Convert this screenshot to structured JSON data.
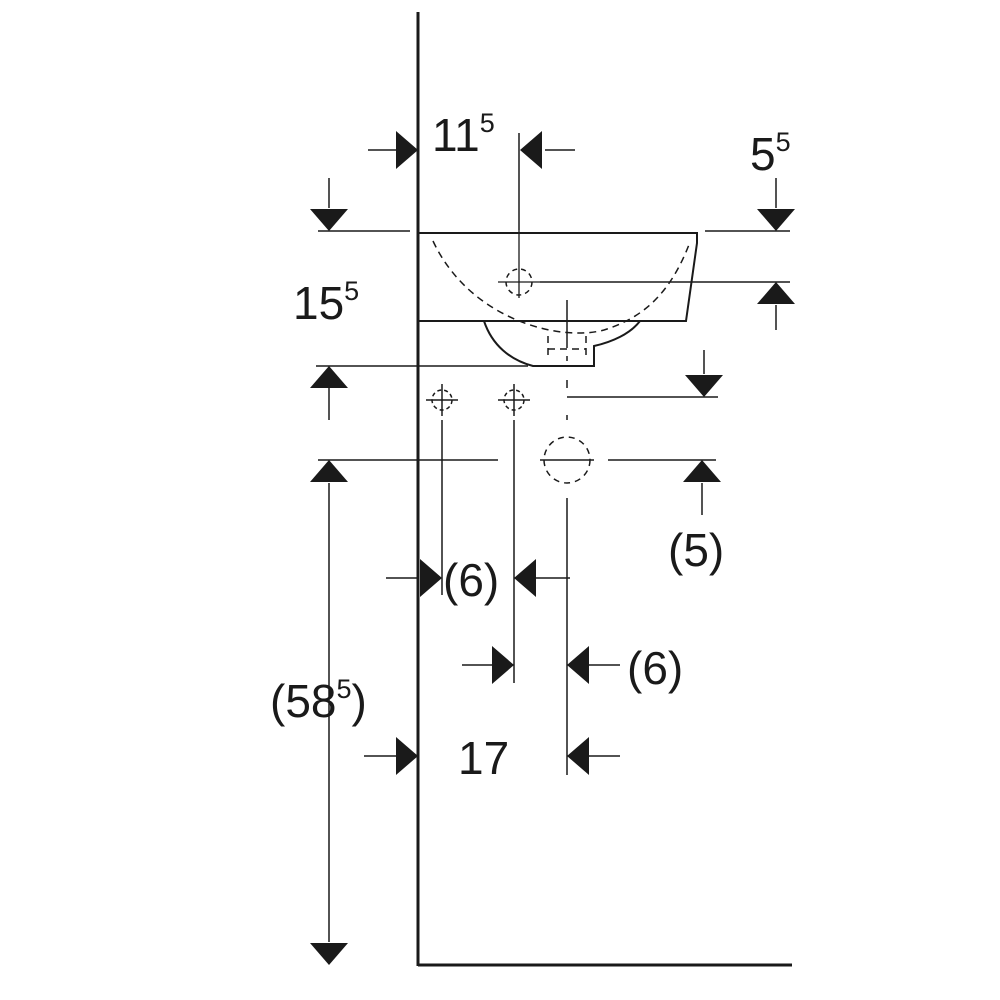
{
  "dimensions": {
    "d1": {
      "main": "11",
      "sup": "5"
    },
    "d2": {
      "main": "5",
      "sup": "5"
    },
    "d3": {
      "main": "15",
      "sup": "5"
    },
    "d4": {
      "main": "(5)"
    },
    "d5": {
      "main": "(6)"
    },
    "d6": {
      "main": "(6)"
    },
    "d7": {
      "open": "(",
      "main": "58",
      "sup": "5",
      "close": ")"
    },
    "d8": {
      "main": "17"
    }
  }
}
